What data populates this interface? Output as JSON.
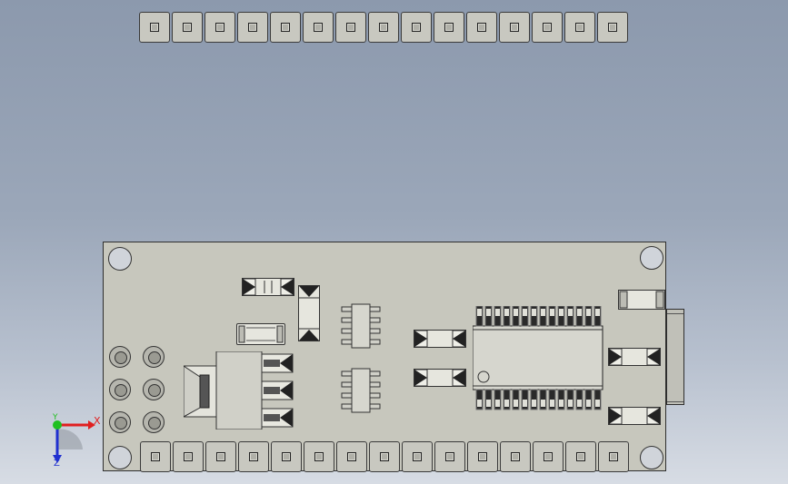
{
  "viewport": {
    "background_top": "#8c99ad",
    "background_bottom": "#d7dce4"
  },
  "triad": {
    "x_label": "X",
    "y_label": "Y",
    "z_label": "Z",
    "x_color": "#e02020",
    "y_color": "#20c020",
    "z_color": "#2030d0"
  },
  "board": {
    "color": "#c7c7bd",
    "top_header_pins": 15,
    "bottom_header_pins": 15
  }
}
